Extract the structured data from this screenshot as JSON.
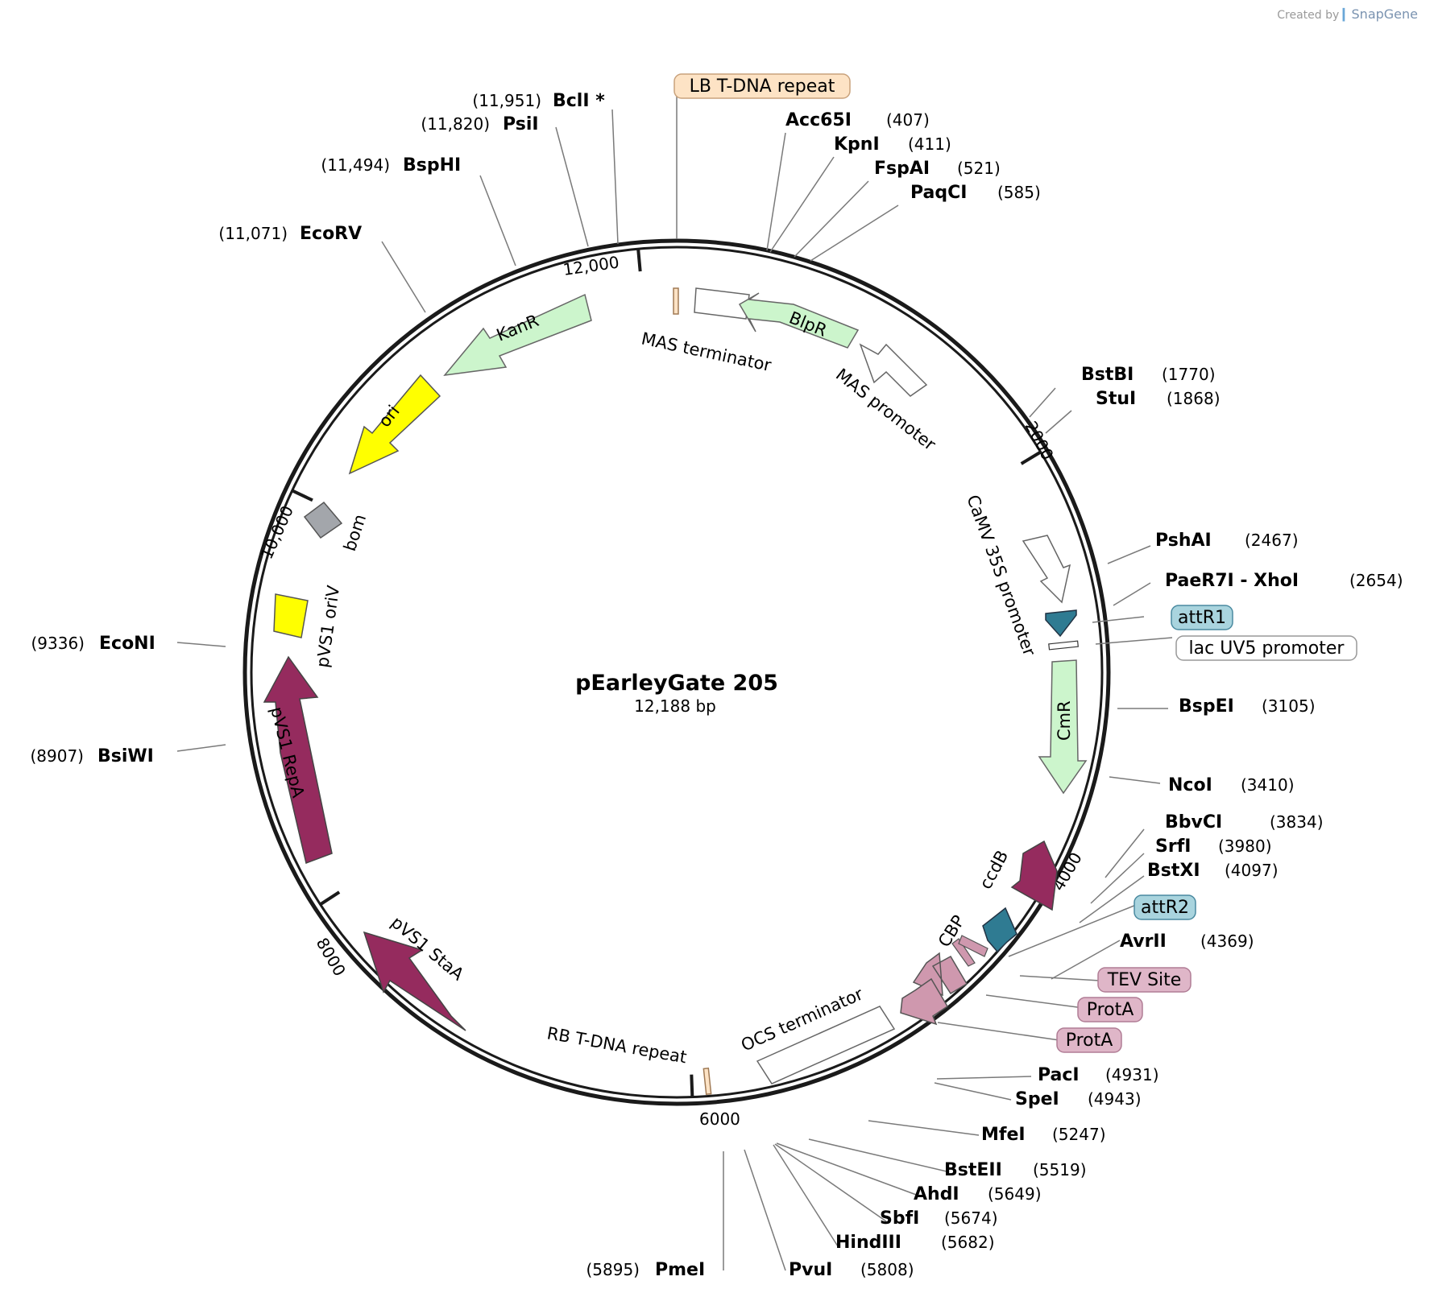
{
  "credit": {
    "prefix": "Created by",
    "brand": "SnapGene"
  },
  "plasmid": {
    "name": "pEarleyGate 205",
    "length": "12,188 bp"
  },
  "ticks": [
    "12,000",
    "2000",
    "4000",
    "6000",
    "8000",
    "10,000"
  ],
  "enzymes": [
    {
      "pos": "(11,951)",
      "name": "BclI *",
      "muted": true
    },
    {
      "pos": "(11,820)",
      "name": "PsiI"
    },
    {
      "pos": "(11,494)",
      "name": "BspHI"
    },
    {
      "pos": "(11,071)",
      "name": "EcoRV"
    },
    {
      "pos": "(407)",
      "name": "Acc65I"
    },
    {
      "pos": "(411)",
      "name": "KpnI"
    },
    {
      "pos": "(521)",
      "name": "FspAI"
    },
    {
      "pos": "(585)",
      "name": "PaqCI"
    },
    {
      "pos": "(1770)",
      "name": "BstBI"
    },
    {
      "pos": "(1868)",
      "name": "StuI"
    },
    {
      "pos": "(2467)",
      "name": "PshAI"
    },
    {
      "pos": "(2654)",
      "name": "PaeR7I  - XhoI"
    },
    {
      "pos": "(3105)",
      "name": "BspEI"
    },
    {
      "pos": "(3410)",
      "name": "NcoI"
    },
    {
      "pos": "(3834)",
      "name": "BbvCI"
    },
    {
      "pos": "(3980)",
      "name": "SrfI"
    },
    {
      "pos": "(4097)",
      "name": "BstXI"
    },
    {
      "pos": "(4369)",
      "name": "AvrII"
    },
    {
      "pos": "(4931)",
      "name": "PacI"
    },
    {
      "pos": "(4943)",
      "name": "SpeI"
    },
    {
      "pos": "(5247)",
      "name": "MfeI"
    },
    {
      "pos": "(5519)",
      "name": "BstEII"
    },
    {
      "pos": "(5649)",
      "name": "AhdI"
    },
    {
      "pos": "(5674)",
      "name": "SbfI"
    },
    {
      "pos": "(5682)",
      "name": "HindIII"
    },
    {
      "pos": "(5808)",
      "name": "PvuI"
    },
    {
      "pos": "(5895)",
      "name": "PmeI"
    },
    {
      "pos": "(9336)",
      "name": "EcoNI"
    },
    {
      "pos": "(8907)",
      "name": "BsiWI"
    }
  ],
  "boxed_features": [
    {
      "label": "LB T-DNA repeat",
      "fill": "#fde3c5",
      "stroke": "#c9a27c"
    },
    {
      "label": "attR1",
      "fill": "#a9d4de",
      "stroke": "#4a8aa0"
    },
    {
      "label": "lac UV5 promoter",
      "fill": "#ffffff",
      "stroke": "#999999"
    },
    {
      "label": "attR2",
      "fill": "#a9d4de",
      "stroke": "#4a8aa0"
    },
    {
      "label": "TEV Site",
      "fill": "#dfb6c8",
      "stroke": "#b07d95"
    },
    {
      "label": "ProtA",
      "fill": "#dfb6c8",
      "stroke": "#b07d95"
    },
    {
      "label": "ProtA",
      "fill": "#dfb6c8",
      "stroke": "#b07d95"
    }
  ],
  "features": [
    {
      "label": "MAS terminator"
    },
    {
      "label": "BlpR"
    },
    {
      "label": "MAS promoter"
    },
    {
      "label": "CaMV 35S promoter"
    },
    {
      "label": "CmR"
    },
    {
      "label": "ccdB"
    },
    {
      "label": "CBP"
    },
    {
      "label": "OCS terminator"
    },
    {
      "label": "RB T-DNA repeat"
    },
    {
      "label": "pVS1 StaA"
    },
    {
      "label": "pVS1 RepA"
    },
    {
      "label": "pVS1 oriV"
    },
    {
      "label": "bom"
    },
    {
      "label": "ori"
    },
    {
      "label": "KanR"
    }
  ],
  "colors": {
    "green": "#ccf5cc",
    "maroon": "#952b5e",
    "yellow": "#ffff00",
    "teal": "#2f7b92",
    "pink": "#cf98ae",
    "gray": "#a3a6ab",
    "peach": "#fde3c5"
  }
}
